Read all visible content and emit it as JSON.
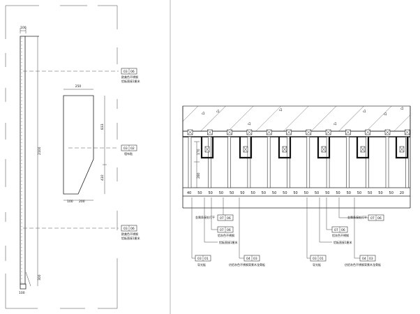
{
  "left_elevation": {
    "dims": {
      "top_width": "100",
      "total_height": "2100",
      "bottom_height": "300",
      "bottom_width": "100"
    },
    "callouts": [
      {
        "codes": [
          "03",
          "06"
        ],
        "line1": "欧美色不锈钢",
        "line2": "铝板直接1厘米"
      },
      {
        "codes": [
          "03",
          "02"
        ],
        "line1": "墙布贴",
        "line2": ""
      },
      {
        "codes": [
          "03",
          "06"
        ],
        "line1": "欧美色不锈钢",
        "line2": "铝板直接1厘米"
      }
    ],
    "panel_dims": {
      "top": "250",
      "right_upper": "833",
      "right_lower": "410",
      "bottom_left": "100",
      "bottom_mid": "200"
    }
  },
  "section": {
    "spacing_labels": [
      "40",
      "50",
      "50",
      "50",
      "50",
      "50",
      "50",
      "50",
      "50",
      "50",
      "50",
      "50",
      "50",
      "50",
      "50",
      "50",
      "50",
      "50",
      "50",
      "50",
      "20"
    ],
    "side_dims": {
      "upper": "170",
      "lower": "280"
    },
    "notes": {
      "a1": "金属条接处打平",
      "a2": "金属条接处打平",
      "b1": "铝灰色不锈钢",
      "b2": "铝灰色不锈钢",
      "c1": "铝板直接1厘米",
      "c2": "铝板直接1厘米",
      "d1": "导光板",
      "d2": "导光板",
      "e1": "仿铝灰色不锈钢背景木龙骨板",
      "e2": "仿铝灰色不锈钢背景木龙骨板"
    },
    "codes": {
      "a": [
        "07",
        "06"
      ],
      "b": [
        "07",
        "06"
      ],
      "d": [
        "03",
        "01"
      ],
      "e": [
        "04",
        "03"
      ]
    }
  }
}
